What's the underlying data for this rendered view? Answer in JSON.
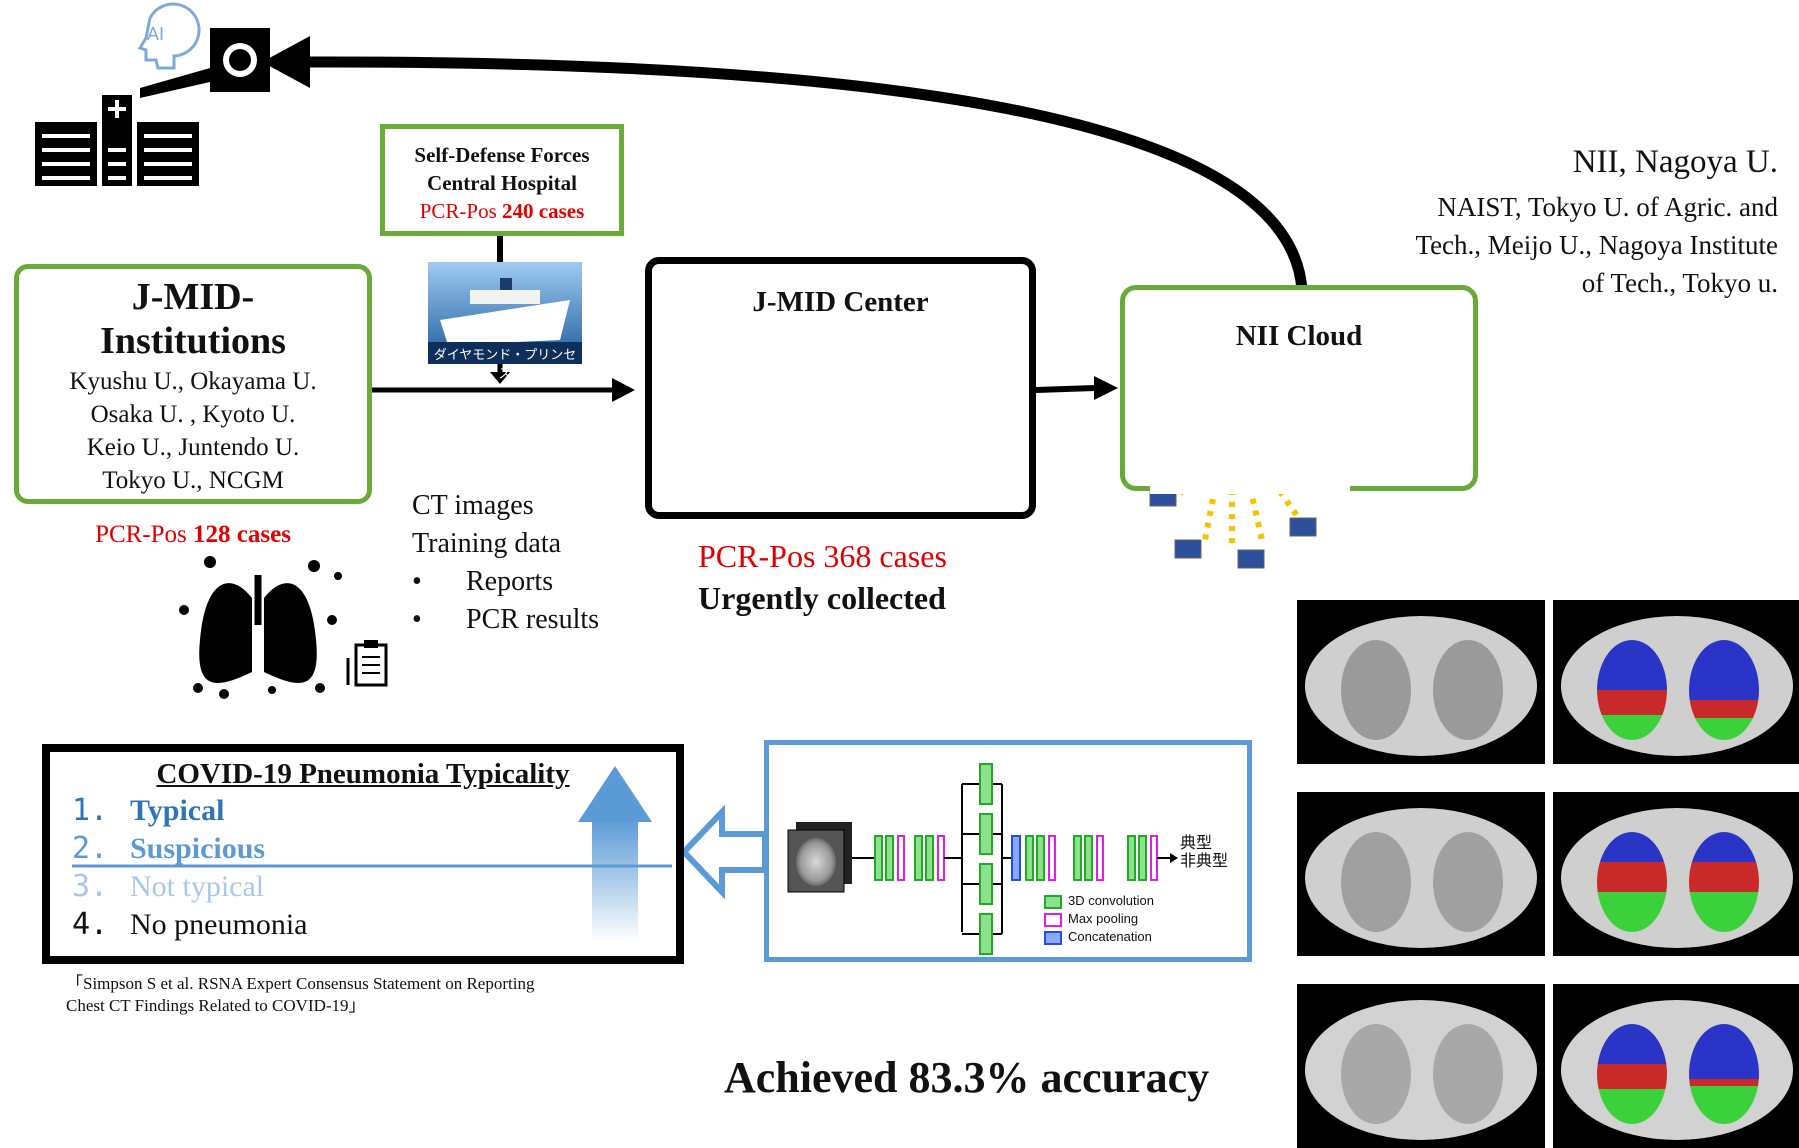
{
  "ai_label": "AI",
  "sdf": {
    "line1": "Self-Defense Forces",
    "line2": "Central Hospital",
    "pcr_prefix": "PCR-Pos ",
    "pcr_count": "240 cases",
    "ship_name": "ダイヤモンド・プリンセス",
    "ship_brand": "DIAMOND PRINCESS"
  },
  "institutions": {
    "title_line1": "J-MID-",
    "title_line2": "Institutions",
    "members": [
      "Kyushu U., Okayama U.",
      "Osaka U. , Kyoto U.",
      "Keio U., Juntendo U.",
      "Tokyo U., NCGM"
    ],
    "pcr_prefix": "PCR-Pos ",
    "pcr_count": "128 cases"
  },
  "data_desc": {
    "line1": "CT images",
    "line2": "Training data",
    "bullets": [
      "Reports",
      "PCR results"
    ]
  },
  "center": {
    "title": "J-MID Center",
    "pcr": "PCR-Pos 368 cases",
    "collected": "Urgently collected"
  },
  "cloud": {
    "title": "NII Cloud",
    "partners_line1": "NII, Nagoya U.",
    "partners_lines": [
      "NAIST, Tokyo U. of Agric. and",
      "Tech., Meijo U., Nagoya Institute",
      "of Tech., Tokyo u."
    ]
  },
  "typicality": {
    "title": "COVID-19 Pneumonia Typicality",
    "items": [
      {
        "num": "1.",
        "label": "Typical",
        "color": "#2e75b6"
      },
      {
        "num": "2.",
        "label": "Suspicious",
        "color": "#5b9bd5"
      },
      {
        "num": "3.",
        "label": "Not typical",
        "color": "#a9c8e8"
      },
      {
        "num": "4.",
        "label": "No pneumonia",
        "color": "#111111"
      }
    ],
    "citation_line1": "「Simpson S et al. RSNA Expert Consensus Statement on Reporting",
    "citation_line2": "Chest CT Findings Related to COVID-19」"
  },
  "network": {
    "output_typical": "典型",
    "output_atypical": "非典型",
    "legend": [
      {
        "label": "3D convolution",
        "color": "#22aa22",
        "fill": "#8de08d"
      },
      {
        "label": "Max pooling",
        "color": "#e020e0",
        "fill": "#ffffff"
      },
      {
        "label": "Concatenation",
        "color": "#2050e0",
        "fill": "#8aa8ff"
      }
    ]
  },
  "accuracy": "Achieved 83.3% accuracy",
  "colors": {
    "green_border": "#6aaa3a",
    "blue_border": "#5b9bd5",
    "red": "#e00000"
  }
}
